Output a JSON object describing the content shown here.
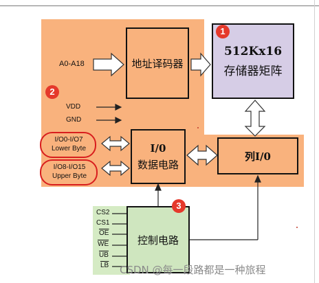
{
  "badges": {
    "one": "1",
    "two": "2",
    "three": "3"
  },
  "blocks": {
    "decoder": "地址译码器",
    "array_line1": "512Kx16",
    "array_line2": "存储器矩阵",
    "io_line1": "I/0",
    "io_line2": "数据电路",
    "column_io": "列I/0",
    "control": "控制电路"
  },
  "inputs": {
    "address": "A0-A18",
    "vdd": "VDD",
    "gnd": "GND",
    "lower_line1": "I/O0-I/O7",
    "lower_line2": "Lower Byte",
    "upper_line1": "I/O8-I/O15",
    "upper_line2": "Upper Byte"
  },
  "control_signals": [
    "CS2",
    "CS1",
    "OE",
    "WE",
    "UB",
    "LB"
  ],
  "watermark": "CSDN @每一段路都是一种旅程",
  "colors": {
    "orange_region": "#f9b27d",
    "memory_array": "#d6cde6",
    "control_block": "#cfe6bf",
    "badge": "#e5392b",
    "annotation_circle": "#d81e1e"
  }
}
